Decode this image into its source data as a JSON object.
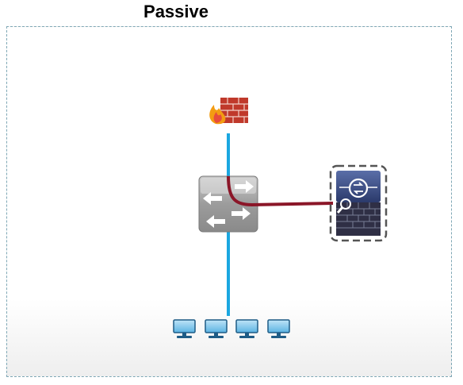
{
  "title": "Passive",
  "nodes": [
    {
      "id": "firewall",
      "icon": "firewall-icon"
    },
    {
      "id": "switch",
      "icon": "switch-icon"
    },
    {
      "id": "ips",
      "icon": "ips-sensor-icon",
      "state": "dashed-outline"
    },
    {
      "id": "pc-1",
      "icon": "workstation-icon"
    },
    {
      "id": "pc-2",
      "icon": "workstation-icon"
    },
    {
      "id": "pc-3",
      "icon": "workstation-icon"
    },
    {
      "id": "pc-4",
      "icon": "workstation-icon"
    }
  ],
  "links": [
    {
      "from": "firewall",
      "to": "switch",
      "color": "#1ba7e0"
    },
    {
      "from": "switch",
      "to": "workstations",
      "color": "#1ba7e0"
    },
    {
      "from": "switch",
      "to": "ips",
      "type": "span-copy",
      "color": "#8b1628"
    }
  ],
  "colors": {
    "network_link": "#1ba7e0",
    "span_link": "#8b1628",
    "frame": "#7ea7b5"
  }
}
